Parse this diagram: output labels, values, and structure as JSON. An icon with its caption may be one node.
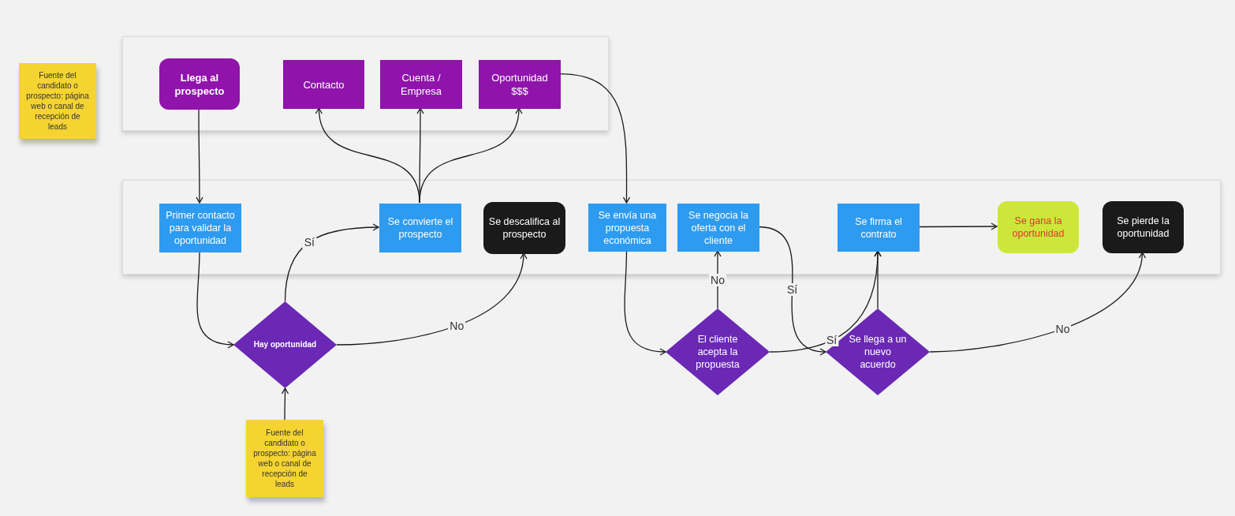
{
  "diagram": {
    "nodes": [
      {
        "text": [
          "Fuente del candidato o prospecto: página web o canal de recepción de leads"
        ]
      },
      {
        "text": [],
        "shape": "box"
      },
      {
        "text": [
          "Llega al prospecto"
        ],
        "in": 1
      },
      {
        "text": [
          "Contacto"
        ],
        "in": 1
      },
      {
        "text": [
          "Cuenta / Empresa"
        ],
        "in": 1
      },
      {
        "text": [
          "Oportunidad $$$"
        ],
        "in": 1
      },
      {
        "text": [],
        "shape": "box"
      },
      {
        "text": [
          "Primer contacto para validar la oportunidad"
        ],
        "in": 6
      },
      {
        "text": [
          "Se convierte el prospecto"
        ],
        "in": 6
      },
      {
        "text": [
          "Se descalifica al prospecto"
        ],
        "in": 6
      },
      {
        "text": [
          "Se envía una propuesta económica"
        ],
        "in": 6
      },
      {
        "text": [
          "Se negocia la oferta con el cliente"
        ],
        "in": 6
      },
      {
        "text": [
          "Se firma el contrato"
        ],
        "in": 6
      },
      {
        "text": [
          "Se gana la oportunidad"
        ],
        "in": 6
      },
      {
        "text": [
          "Se pierde la oportunidad"
        ],
        "in": 6
      },
      {
        "text": [
          "Hay oportunidad"
        ]
      },
      {
        "text": [
          "El cliente acepta la propuesta"
        ]
      },
      {
        "text": [
          "Se llega a un nuevo acuerdo"
        ]
      },
      {
        "text": [
          "Fuente del candidato o prospecto: página web o canal de recepción de leads"
        ]
      }
    ],
    "edges": [
      {
        "from": 2,
        "to": 7,
        "arrow": "to"
      },
      {
        "from": 7,
        "to": 15,
        "arrow": "to"
      },
      {
        "from": 15,
        "to": 8,
        "arrow": "to",
        "label": "Sí"
      },
      {
        "from": 15,
        "to": 9,
        "arrow": "to",
        "label": "No"
      },
      {
        "from": 8,
        "to": 3,
        "arrow": "to"
      },
      {
        "from": 8,
        "to": 4,
        "arrow": "to"
      },
      {
        "from": 8,
        "to": 5,
        "arrow": "to"
      },
      {
        "from": 5,
        "to": 10,
        "arrow": "to"
      },
      {
        "from": 10,
        "to": 16,
        "arrow": "to"
      },
      {
        "from": 16,
        "to": 11,
        "arrow": "to",
        "label": "No"
      },
      {
        "from": 16,
        "to": 12,
        "arrow": "to",
        "label": "Sí"
      },
      {
        "from": 11,
        "to": 17,
        "arrow": "to",
        "label": "Sí"
      },
      {
        "from": 17,
        "to": 12,
        "arrow": "to"
      },
      {
        "from": 12,
        "to": 13,
        "arrow": "to"
      },
      {
        "from": 17,
        "to": 14,
        "arrow": "to",
        "label": "No"
      },
      {
        "from": 18,
        "to": 15,
        "arrow": "to"
      }
    ]
  }
}
